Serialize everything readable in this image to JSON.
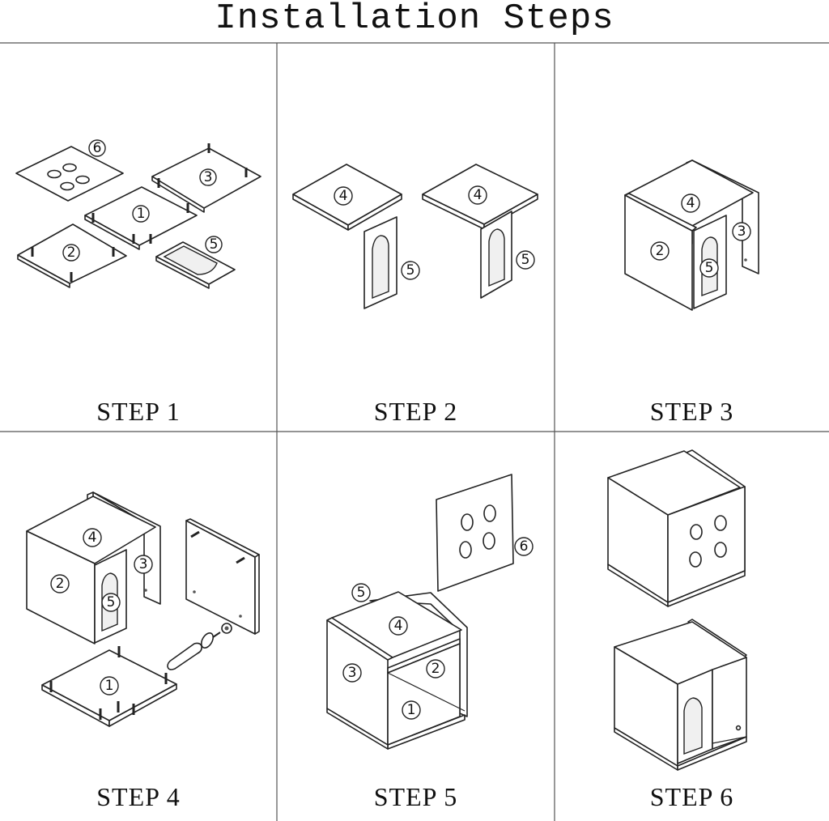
{
  "title": "Installation Steps",
  "steps": [
    {
      "label": "STEP 1",
      "parts": [
        "6",
        "3",
        "1",
        "2",
        "5"
      ]
    },
    {
      "label": "STEP 2",
      "parts": [
        "4",
        "5",
        "4",
        "5"
      ]
    },
    {
      "label": "STEP 3",
      "parts": [
        "4",
        "2",
        "3",
        "5"
      ]
    },
    {
      "label": "STEP 4",
      "parts": [
        "4",
        "2",
        "3",
        "5",
        "1"
      ]
    },
    {
      "label": "STEP 5",
      "parts": [
        "6",
        "5",
        "4",
        "3",
        "2",
        "1"
      ]
    },
    {
      "label": "STEP 6",
      "parts": []
    }
  ]
}
